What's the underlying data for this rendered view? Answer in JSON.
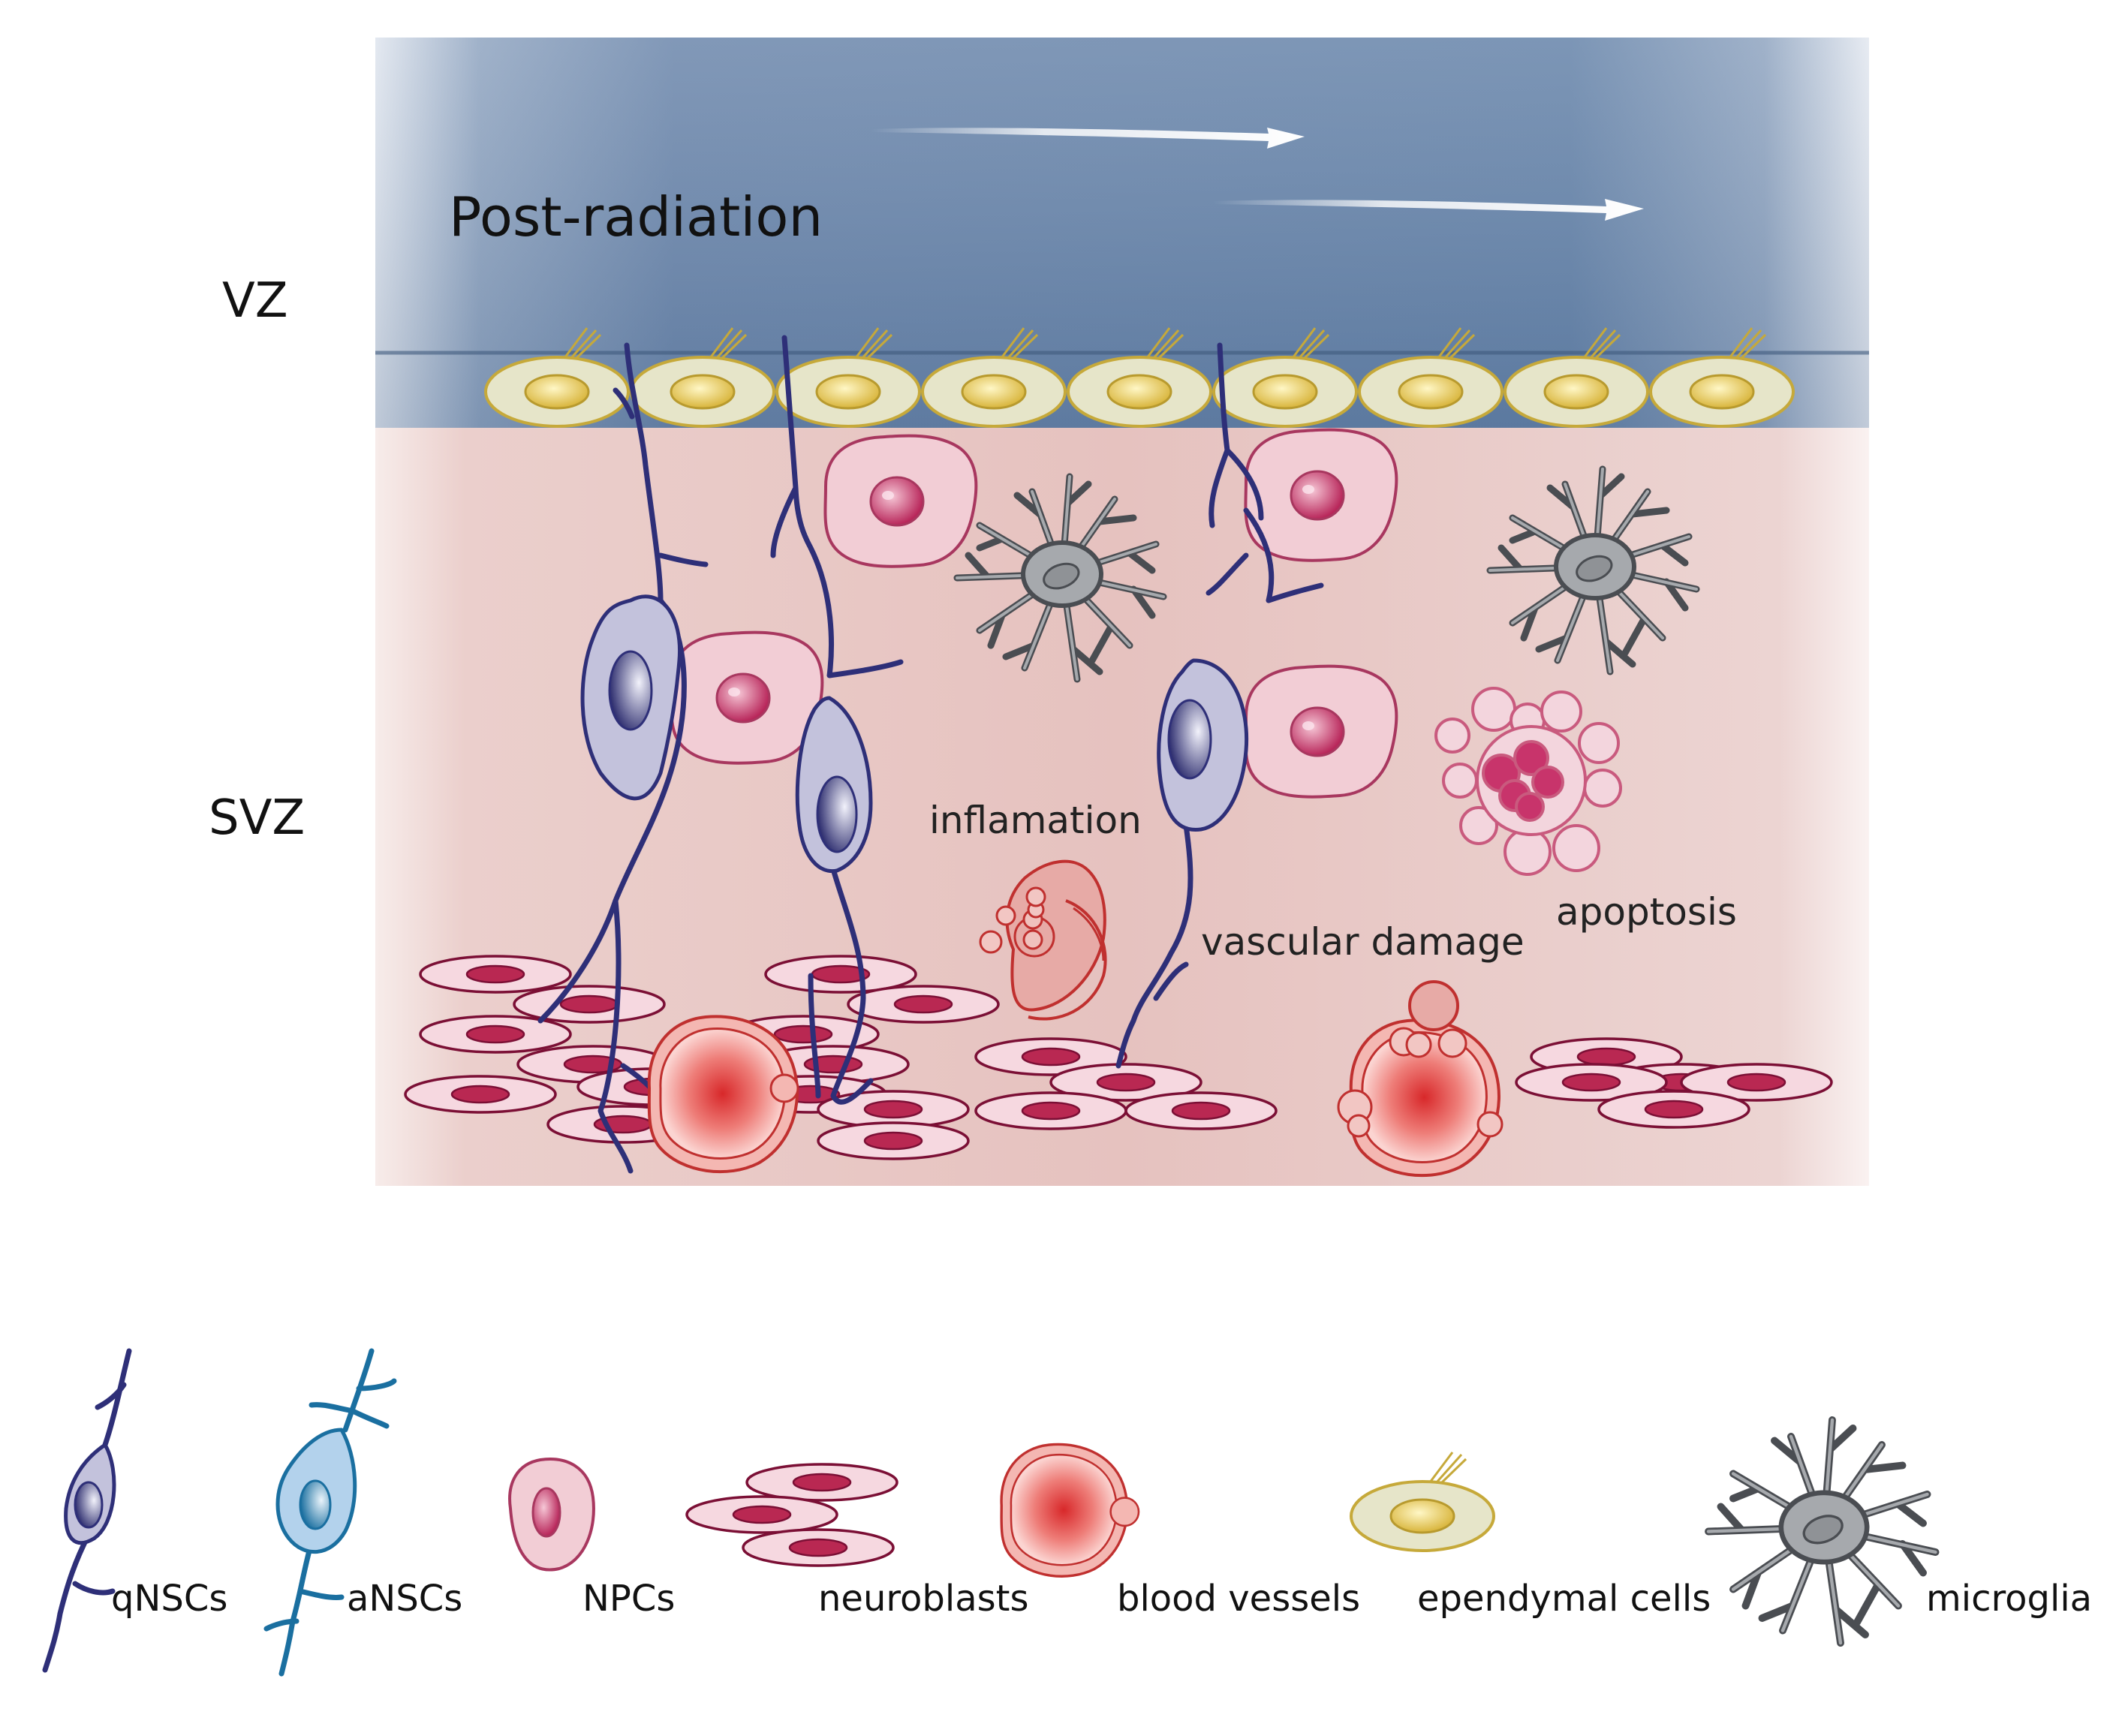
{
  "title": "Post-radiation",
  "zones": {
    "vz": "VZ",
    "svz": "SVZ"
  },
  "annotations": {
    "inflamation": "inflamation",
    "vascular_damage": "vascular damage",
    "apoptosis": "apoptosis"
  },
  "legend": [
    {
      "key": "qnscs",
      "label": "qNSCs",
      "icon": "qnsc-icon"
    },
    {
      "key": "anscs",
      "label": "aNSCs",
      "icon": "ansc-icon"
    },
    {
      "key": "npcs",
      "label": "NPCs",
      "icon": "npc-icon"
    },
    {
      "key": "neuroblasts",
      "label": "neuroblasts",
      "icon": "neuroblast-icon"
    },
    {
      "key": "blood_vessels",
      "label": "blood vessels",
      "icon": "blood-vessel-icon"
    },
    {
      "key": "ependymal_cells",
      "label": "ependymal cells",
      "icon": "ependymal-cell-icon"
    },
    {
      "key": "microglia",
      "label": "microglia",
      "icon": "microglia-icon"
    }
  ],
  "colors": {
    "vz_fill": "#5f7fa6",
    "svz_fill": "#e6c4c2",
    "qnsc_stroke": "#2e2f78",
    "qnsc_fill": "#c3c2dc",
    "ansc_stroke": "#1a6fa0",
    "ansc_fill": "#b3d2ec",
    "npc_stroke": "#a8375f",
    "npc_fill": "#f2cdd5",
    "neuroblast_stroke": "#7b0f35",
    "neuroblast_fill": "#f6d8e0",
    "vessel_stroke": "#c0302f",
    "vessel_fill": "#ef8b85",
    "ependymal_stroke": "#c6a93a",
    "ependymal_fill": "#e6e5c9",
    "microglia_stroke": "#4a4d52",
    "microglia_fill": "#a6a9ad"
  }
}
